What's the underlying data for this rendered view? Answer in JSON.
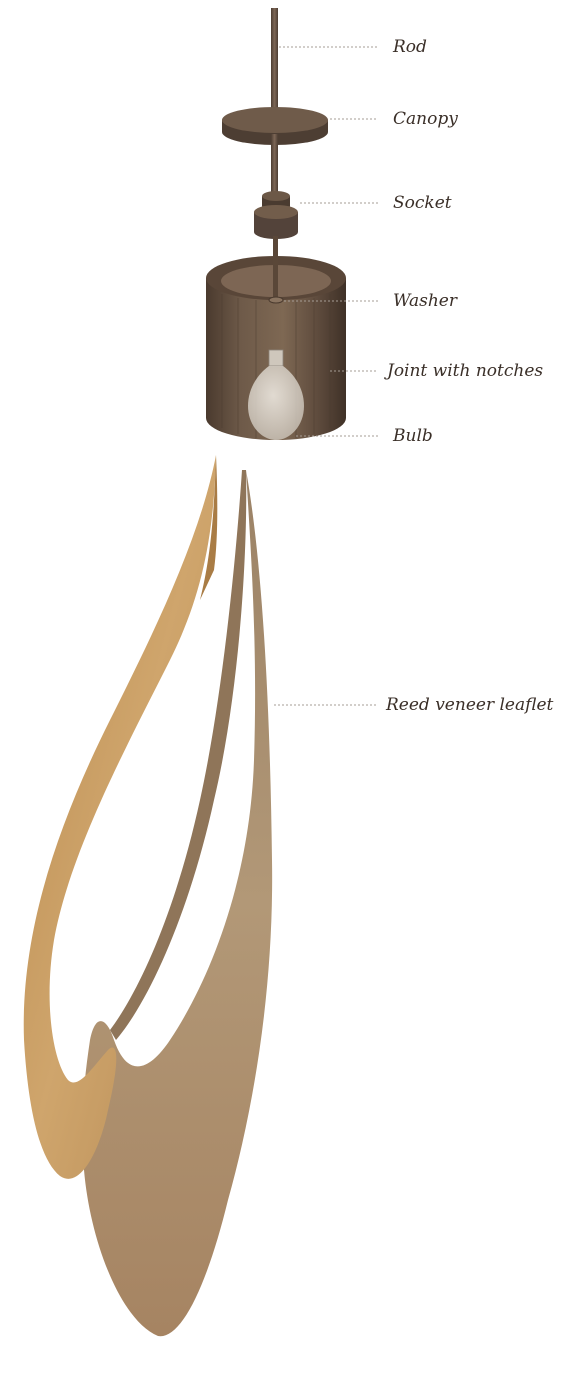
{
  "diagram": {
    "labels": {
      "rod": "Rod",
      "canopy": "Canopy",
      "socket": "Socket",
      "washer": "Washer",
      "joint": "Joint with notches",
      "bulb": "Bulb",
      "leaflet": "Reed veneer leaflet"
    }
  },
  "colors": {
    "wood_dark": "#5e4c3e",
    "wood_mid": "#7a6452",
    "veneer_light": "#c89c5f",
    "veneer_dark": "#a8875f",
    "label_text": "#3a2f28",
    "leader_line": "#a69d95"
  }
}
